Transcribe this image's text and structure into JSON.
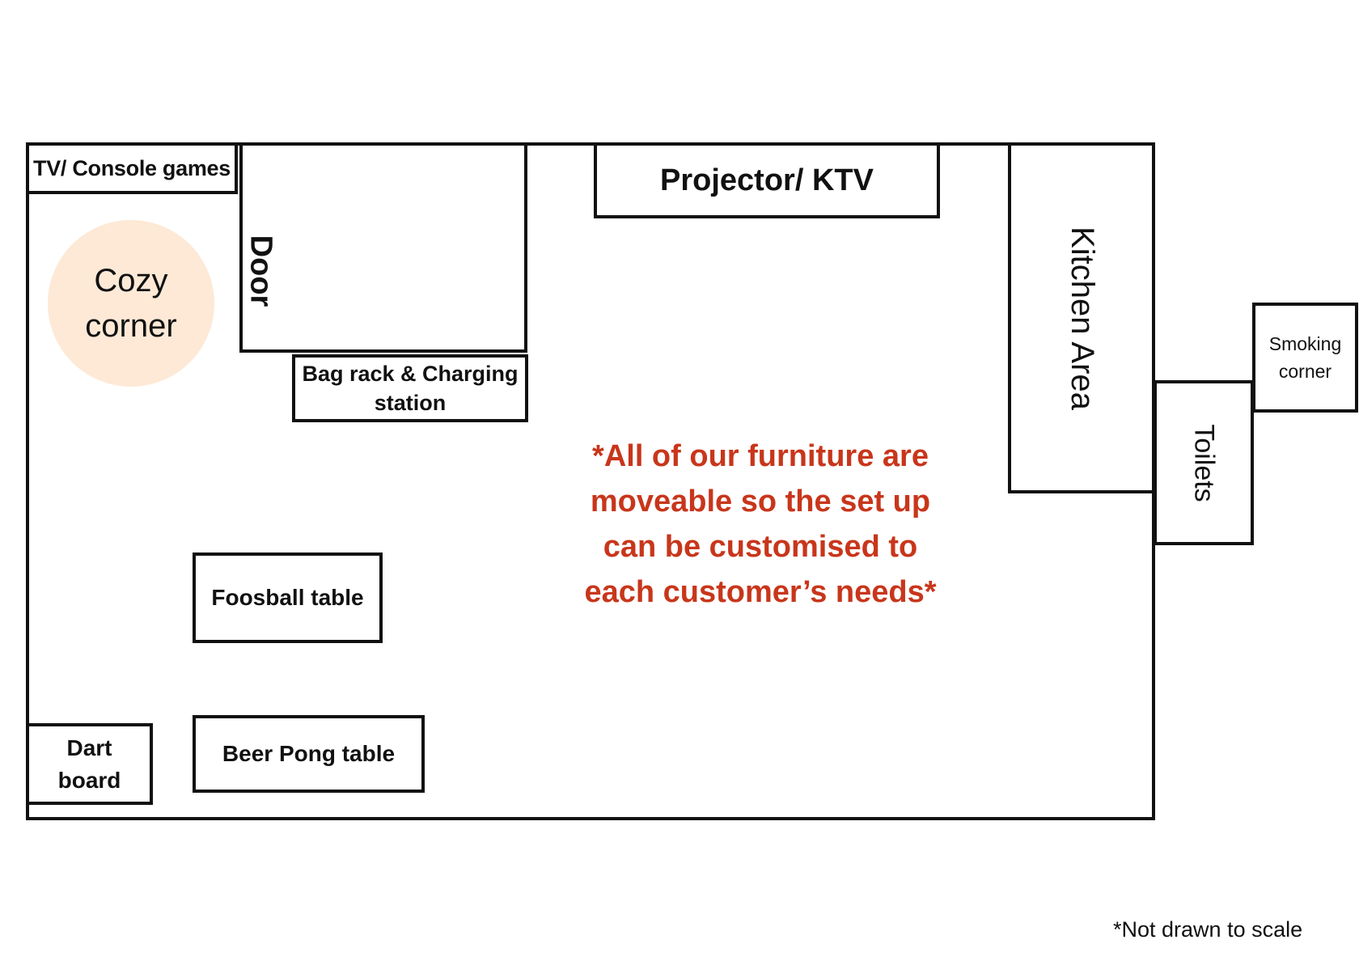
{
  "floorplan": {
    "tv_console": "TV/ Console games",
    "door": "Door",
    "bag_rack": [
      "Bag rack & Charging",
      "station"
    ],
    "projector": "Projector/ KTV",
    "kitchen": "Kitchen Area",
    "toilets": "Toilets",
    "smoking": [
      "Smoking",
      "corner"
    ],
    "cozy_corner": [
      "Cozy",
      "corner"
    ],
    "foosball": "Foosball table",
    "dart_board": [
      "Dart",
      "board"
    ],
    "beer_pong": "Beer Pong table"
  },
  "notice": [
    "*All of our furniture are",
    "moveable so the set up",
    "can be customised to",
    "each customer’s needs*"
  ],
  "footnote": "*Not drawn to scale",
  "colors": {
    "outline": "#111111",
    "notice": "#c8361b",
    "cozy_fill": "#fde9d6"
  }
}
